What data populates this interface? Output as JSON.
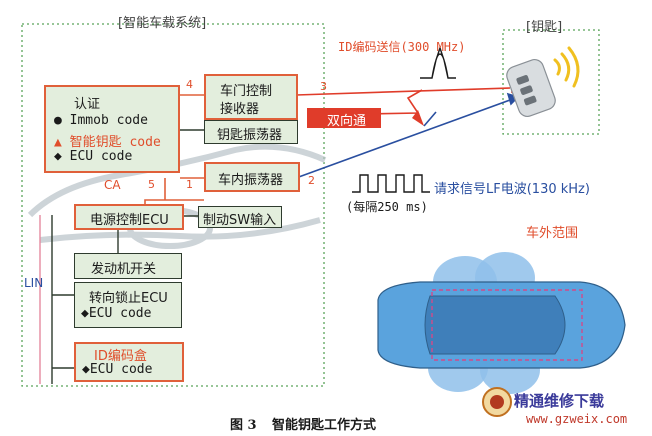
{
  "system": {
    "title": "[智能车载系统]",
    "auth_box": {
      "heading": "认证",
      "items": [
        {
          "marker": "●",
          "text": "Immob code",
          "color": "#1a1a1a"
        },
        {
          "marker": "▲",
          "text": "智能钥匙 code",
          "color": "#e04e2c"
        },
        {
          "marker": "◆",
          "text": "ECU code",
          "color": "#1a1a1a"
        }
      ]
    },
    "door_receiver": "车门控制接收器",
    "door_receiver_line1": "车门控制",
    "door_receiver_line2": "接收器",
    "key_oscillator": "钥匙振荡器",
    "interior_oscillator": "车内振荡器",
    "power_ecu": "电源控制ECU",
    "brake_sw": "制动SW输入",
    "engine_switch": "发动机开关",
    "steering_lock": {
      "title": "转向锁止ECU",
      "code": "◆ECU code"
    },
    "id_box": {
      "title": "ID编码盒",
      "code": "◆ECU code"
    },
    "labels": {
      "ca": "CA",
      "lin": "LIN",
      "n4": "4",
      "n5": "5",
      "n1": "1",
      "n3": "3",
      "n2": "2"
    }
  },
  "key": {
    "title": "[钥匙]"
  },
  "signals": {
    "id_send": "ID编码送信(300 MHz)",
    "bidirectional": "双向通",
    "lf_request": "请求信号LF电波(130 kHz)",
    "interval": "(每隔250 ms)",
    "outside_range": "车外范围"
  },
  "watermark": {
    "brand": "精通维修下载",
    "url": "www.gzweix.com"
  },
  "caption": {
    "number": "图 3",
    "text": "智能钥匙工作方式"
  },
  "colors": {
    "accent_orange": "#e0603a",
    "accent_red": "#e03c2a",
    "blue_signal": "#2a4fa0",
    "box_fill": "#e3eedd",
    "range_blue": "#7fb3e6"
  }
}
